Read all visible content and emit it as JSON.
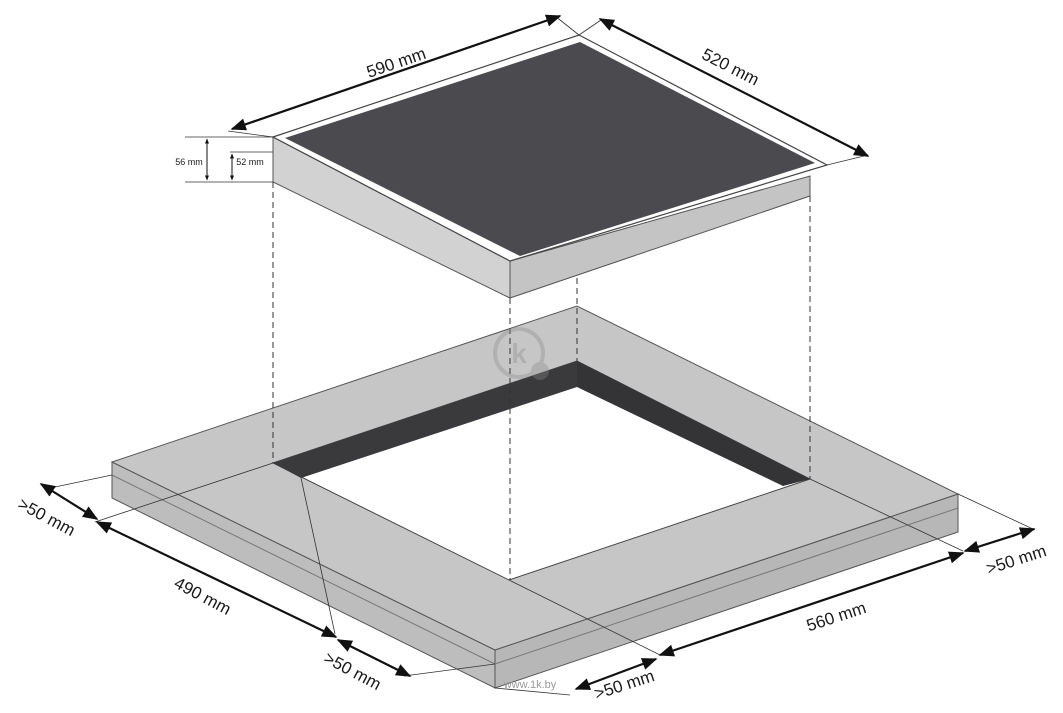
{
  "dimensions": {
    "hob_width": "590 mm",
    "hob_depth": "520 mm",
    "hob_height_total": "56 mm",
    "hob_height_body": "52 mm",
    "cutout_depth": "490 mm",
    "cutout_width": "560 mm",
    "clearance_back": ">50 mm",
    "clearance_front": ">50 mm",
    "clearance_right": ">50 mm",
    "clearance_front_right": ">50 mm"
  },
  "watermark": {
    "text": "www.1k.by",
    "logo_letter": "k"
  },
  "colors": {
    "glass": "#4b4b4f",
    "frame": "#ffffff",
    "body": "#c9c9c9",
    "countertop_top": "#c6c6c6",
    "countertop_side": "#bdbdbd",
    "cutout_wall": "#3a3a3d"
  }
}
